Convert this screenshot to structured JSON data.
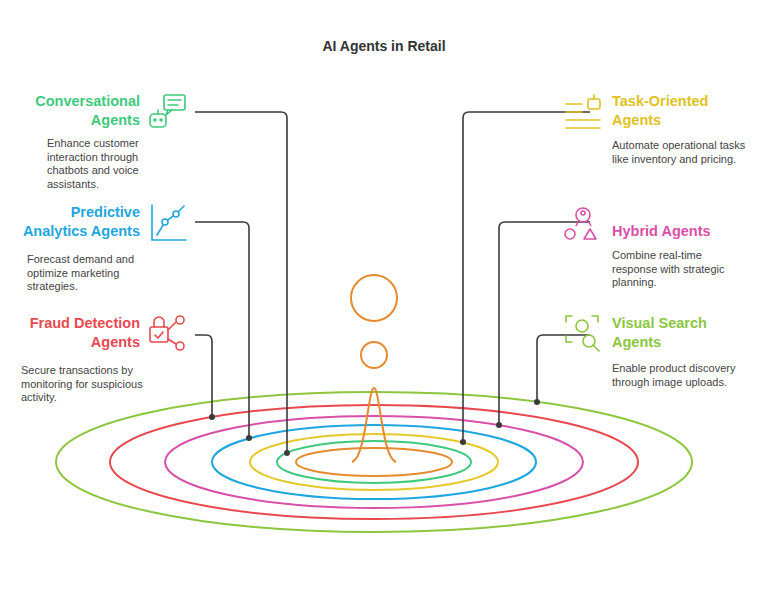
{
  "diagram": {
    "title": "AI Agents in Retail",
    "nodes": [
      {
        "text": [
          "Conversational Agents",
          "Enhance customer interaction through chatbots and voice assistants."
        ]
      },
      {
        "text": [
          "Task-Oriented Agents",
          "Automate operational tasks like inventory and pricing."
        ]
      },
      {
        "text": [
          "Predictive Analytics Agents",
          "Forecast demand and optimize marketing strategies."
        ]
      },
      {
        "text": [
          "Hybrid Agents",
          "Combine real-time response with strategic planning."
        ]
      },
      {
        "text": [
          "Fraud Detection Agents",
          "Secure transactions by monitoring for suspicious activity."
        ]
      },
      {
        "text": [
          "Visual Search Agents",
          "Enable product discovery through image uploads."
        ]
      }
    ]
  }
}
